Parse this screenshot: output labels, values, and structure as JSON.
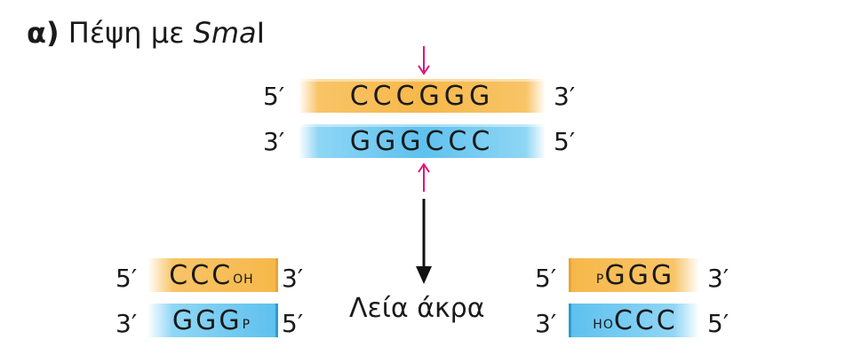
{
  "title": {
    "label": "α)",
    "text": "Πέψη με ",
    "enzyme_italic": "Sma",
    "enzyme_roman": "I"
  },
  "top_site": {
    "top": {
      "left_end": "5′",
      "sequence": "CCCGGG",
      "right_end": "3′"
    },
    "bottom": {
      "left_end": "3′",
      "sequence": "GGGCCC",
      "right_end": "5′"
    }
  },
  "left_fragment": {
    "top": {
      "left_end": "5′",
      "sequence": "CCC",
      "terminal": "OH",
      "right_end": "3′"
    },
    "bottom": {
      "left_end": "3′",
      "sequence": "GGG",
      "terminal": "P",
      "right_end": "5′"
    }
  },
  "right_fragment": {
    "top": {
      "left_end": "5′",
      "terminal": "P",
      "sequence": "GGG",
      "right_end": "3′"
    },
    "bottom": {
      "left_end": "3′",
      "terminal": "HO",
      "sequence": "CCC",
      "right_end": "5′"
    }
  },
  "blunt_label": "Λεία άκρα",
  "colors": {
    "cut_arrow": "#e0147a",
    "top_strand": "#f6b84a",
    "bottom_strand": "#5ec1ee",
    "process_arrow": "#111111"
  }
}
